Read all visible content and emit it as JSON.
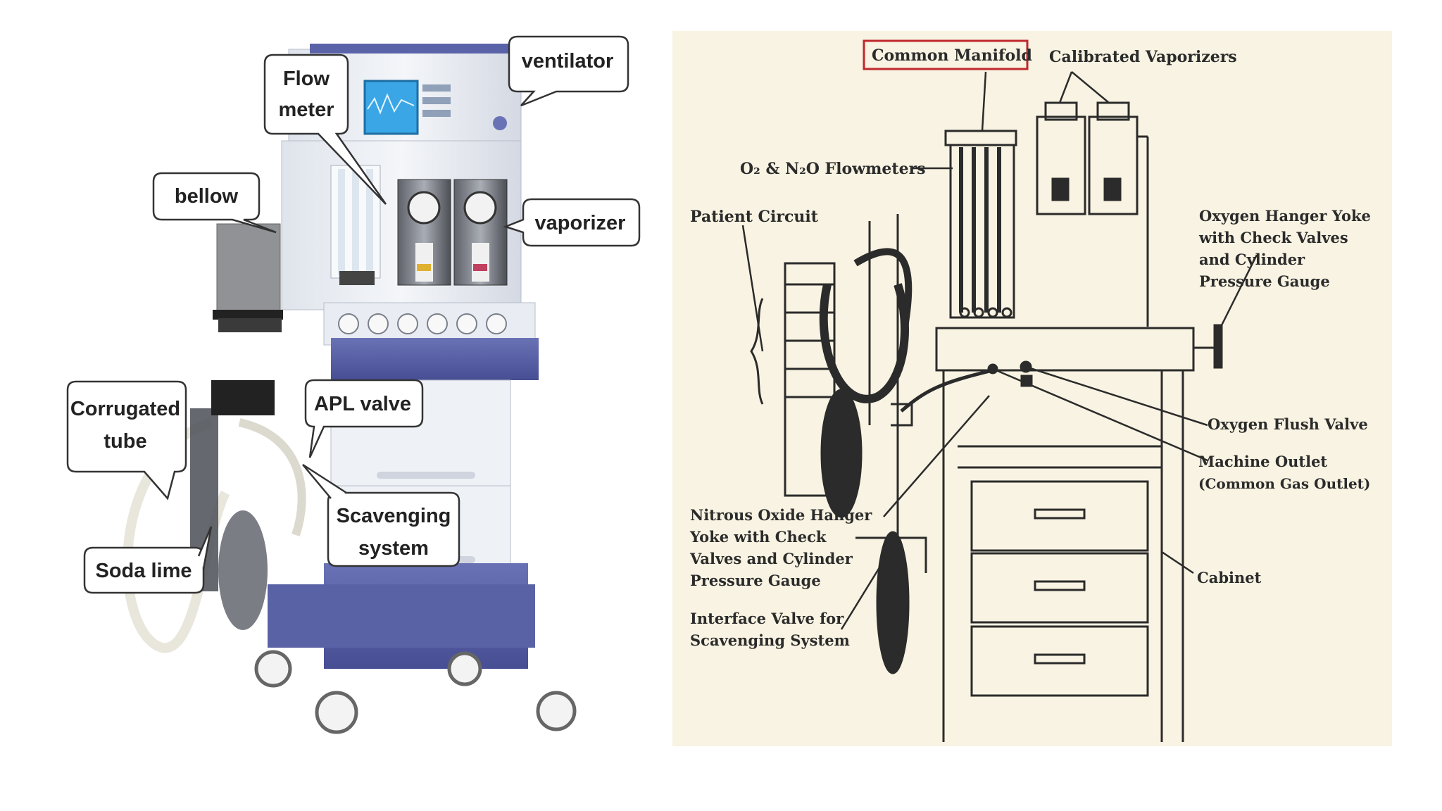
{
  "photo_callouts": [
    {
      "id": "ventilator",
      "lines": [
        "ventilator"
      ]
    },
    {
      "id": "flow-meter",
      "lines": [
        "Flow",
        "meter"
      ]
    },
    {
      "id": "bellow",
      "lines": [
        "bellow"
      ]
    },
    {
      "id": "vaporizer",
      "lines": [
        "vaporizer"
      ]
    },
    {
      "id": "corrugated-tube",
      "lines": [
        "Corrugated",
        "tube"
      ]
    },
    {
      "id": "apl-valve",
      "lines": [
        "APL valve"
      ]
    },
    {
      "id": "scavenging-system",
      "lines": [
        "Scavenging",
        "system"
      ]
    },
    {
      "id": "soda-lime",
      "lines": [
        "Soda lime"
      ]
    }
  ],
  "diagram_labels": [
    {
      "id": "common-manifold",
      "lines": [
        "Common Manifold"
      ],
      "boxed": true
    },
    {
      "id": "calibrated-vaporizers",
      "lines": [
        "Calibrated Vaporizers"
      ]
    },
    {
      "id": "flowmeters",
      "lines": [
        "O₂ & N₂O Flowmeters"
      ]
    },
    {
      "id": "patient-circuit",
      "lines": [
        "Patient Circuit"
      ]
    },
    {
      "id": "oxygen-hanger-yoke",
      "lines": [
        "Oxygen Hanger Yoke",
        "with Check Valves",
        "and Cylinder",
        "Pressure Gauge"
      ]
    },
    {
      "id": "oxygen-flush-valve",
      "lines": [
        "Oxygen Flush Valve"
      ]
    },
    {
      "id": "machine-outlet",
      "lines": [
        "Machine Outlet",
        "(Common Gas Outlet)"
      ]
    },
    {
      "id": "nitrous-oxide-hanger-yoke",
      "lines": [
        "Nitrous Oxide Hanger",
        "Yoke with Check",
        "Valves and Cylinder",
        "Pressure Gauge"
      ]
    },
    {
      "id": "cabinet",
      "lines": [
        "Cabinet"
      ]
    },
    {
      "id": "interface-valve",
      "lines": [
        "Interface Valve for",
        "Scavenging System"
      ]
    }
  ],
  "colors": {
    "machine_body": "#e9edf3",
    "machine_blue": "#5b63a8",
    "screen_blue": "#3aa6e6",
    "callout_border": "#333333",
    "highlight_box": "#c0282d",
    "sketch_ink": "#2b2b2b",
    "paper": "#f8f3e2"
  }
}
